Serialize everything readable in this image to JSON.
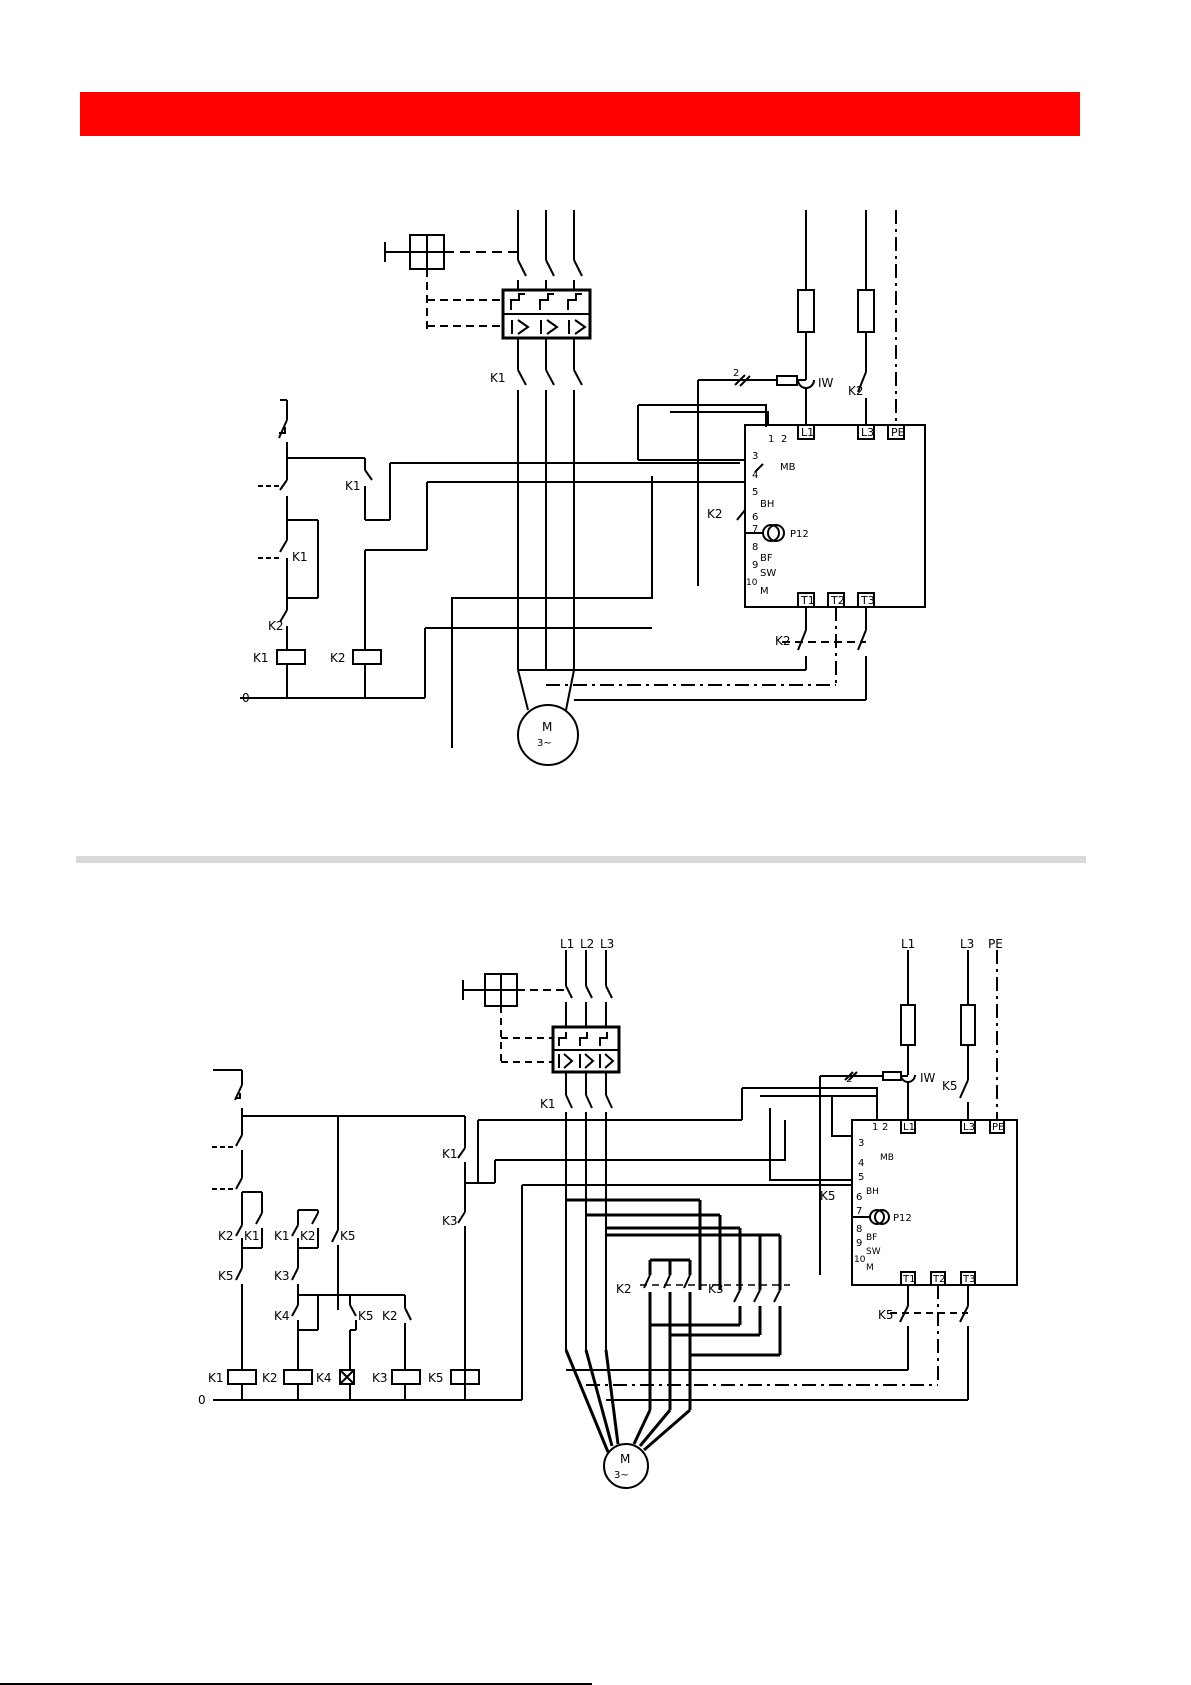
{
  "colors": {
    "banner": "#ff0000",
    "divider": "#d9d9d9",
    "line": "#000000"
  },
  "diagram_top": {
    "line_labels": {
      "iw": "IW",
      "k2_upper": "K2",
      "k1_main": "K1",
      "k1_ctrl": "K1",
      "k1_hold": "K1",
      "k2_ctrl": "K2",
      "k2_contact": "K2",
      "k1_coil": "K1",
      "k2_coil": "K2",
      "zero": "0",
      "k2_lower": "K2",
      "motor": "M",
      "motor_phase": "3~",
      "cable_count": "2"
    },
    "terminals": {
      "l1": "L1",
      "l3": "L3",
      "pe": "PE",
      "t1": "T1",
      "t2": "T2",
      "t3": "T3"
    },
    "unit": {
      "t1": "1",
      "t2": "2",
      "t3": "3",
      "t4": "4",
      "t5": "5",
      "t6": "6",
      "t7": "7",
      "t8": "8",
      "t9": "9",
      "t10": "10",
      "mb": "MB",
      "bh": "BH",
      "p12": "P12",
      "bf": "BF",
      "sw": "SW",
      "m": "M"
    }
  },
  "diagram_bottom": {
    "phases": {
      "l1": "L1",
      "l2": "L2",
      "l3": "L3",
      "l1b": "L1",
      "l3b": "L3",
      "pe": "PE"
    },
    "line_labels": {
      "iw": "IW",
      "k5_upper": "K5",
      "k1_main": "K1",
      "k1_ctrl": "K1",
      "k3_ctrl": "K3",
      "k2a": "K2",
      "k1a": "K1",
      "k1b": "K1",
      "k2b": "K2",
      "k5a": "K5",
      "k5b": "K5",
      "k3a": "K3",
      "k4a": "K4",
      "k5c": "K5",
      "k2c": "K2",
      "k2_star": "K2",
      "k3_delta": "K3",
      "k5_lower": "K5",
      "k1_coil": "K1",
      "k2_coil": "K2",
      "k4_coil": "K4",
      "k3_coil": "K3",
      "k5_coil": "K5",
      "zero": "0",
      "motor": "M",
      "motor_phase": "3~",
      "cable_count": "2"
    },
    "terminals": {
      "l1": "L1",
      "l3": "L3",
      "pe": "PE",
      "t1": "T1",
      "t2": "T2",
      "t3": "T3"
    },
    "unit": {
      "t1": "1",
      "t2": "2",
      "t3": "3",
      "t4": "4",
      "t5": "5",
      "t6": "6",
      "t7": "7",
      "t8": "8",
      "t9": "9",
      "t10": "10",
      "mb": "MB",
      "bh": "BH",
      "p12": "P12",
      "bf": "BF",
      "sw": "SW",
      "m": "M"
    }
  }
}
